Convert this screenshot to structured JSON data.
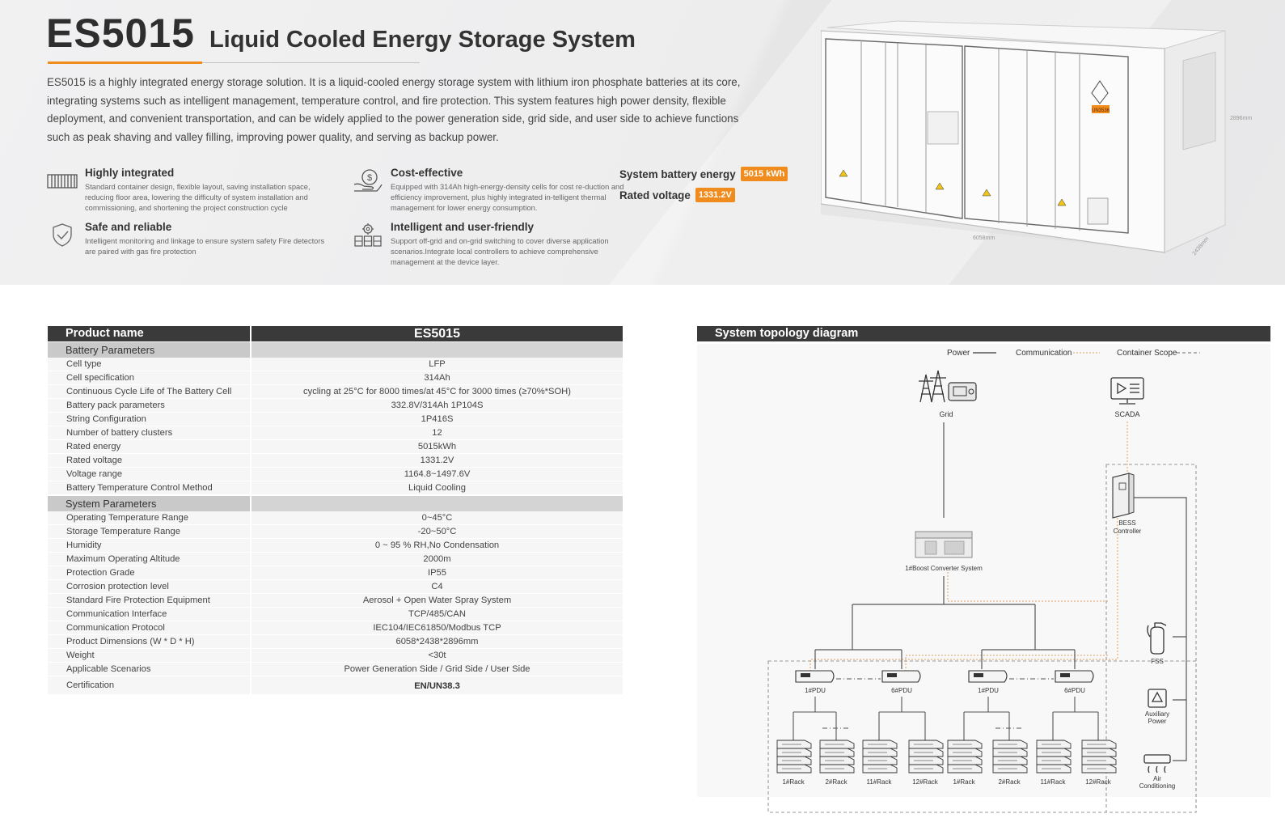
{
  "hero": {
    "model": "ES5015",
    "subtitle": "Liquid Cooled Energy Storage System",
    "intro": "ES5015 is a highly integrated energy storage solution. It is a liquid-cooled energy storage system with lithium iron phosphate batteries at its core, integrating systems such as intelligent management, temperature control, and fire protection. This system features high power density, flexible deployment, and convenient transportation, and can be widely applied to the power generation side, grid side, and user side to achieve functions such as peak shaving and valley filling, improving power quality, and serving as backup power.",
    "features": [
      {
        "name": "Highly integrated",
        "desc": "Standard container design, flexible layout, saving installation space, reducing floor area, lowering the difficulty of system installation and commissioning, and shortening the project construction cycle",
        "icon": "battery-cells-icon"
      },
      {
        "name": "Cost-effective",
        "desc": "Equipped with 314Ah high-energy-density cells for cost re-duction and efficiency improvement, plus highly integrated in-telligent thermal management for lower energy consumption.",
        "icon": "dollar-hand-icon"
      },
      {
        "name": "Safe and reliable",
        "desc": "Intelligent monitoring and linkage to ensure system safety Fire detectors are paired with gas fire protection",
        "icon": "shield-check-icon"
      },
      {
        "name": "Intelligent and user-friendly",
        "desc": "Support off-grid and on-grid switching to cover diverse application scenarios.Integrate local controllers to achieve comprehensive management at the device layer.",
        "icon": "gear-battery-icon"
      }
    ],
    "energy_label": "System battery energy",
    "energy_value": "5015 kWh",
    "voltage_label": "Rated voltage",
    "voltage_value": "1331.2V",
    "container": {
      "height_dim": "2896mm",
      "length_dim": "6058mm",
      "depth_dim": "2438mm",
      "un_label": "UN3536"
    },
    "accent_color": "#f08c1e"
  },
  "table": {
    "head_label": "Product name",
    "head_value": "ES5015",
    "battery_section": "Battery Parameters",
    "battery_rows": [
      {
        "label": "Cell type",
        "value": "LFP"
      },
      {
        "label": "Cell specification",
        "value": "314Ah"
      },
      {
        "label": "Continuous Cycle Life of The Battery Cell",
        "value": "cycling at 25°C for 8000 times/at 45°C for 3000 times (≥70%*SOH)"
      },
      {
        "label": "Battery pack parameters",
        "value": "332.8V/314Ah 1P104S"
      },
      {
        "label": "String Configuration",
        "value": "1P416S"
      },
      {
        "label": "Number of battery clusters",
        "value": "12"
      },
      {
        "label": "Rated energy",
        "value": "5015kWh"
      },
      {
        "label": "Rated voltage",
        "value": "1331.2V"
      },
      {
        "label": "Voltage range",
        "value": "1164.8~1497.6V"
      },
      {
        "label": "Battery Temperature Control Method",
        "value": "Liquid Cooling"
      }
    ],
    "system_section": "System Parameters",
    "system_rows": [
      {
        "label": "Operating Temperature Range",
        "value": "0~45°C"
      },
      {
        "label": "Storage Temperature Range",
        "value": "-20~50°C"
      },
      {
        "label": "Humidity",
        "value": "0 ~ 95 % RH,No Condensation"
      },
      {
        "label": "Maximum Operating Altitude",
        "value": "2000m"
      },
      {
        "label": "Protection Grade",
        "value": "IP55"
      },
      {
        "label": "Corrosion protection level",
        "value": "C4"
      },
      {
        "label": "Standard Fire Protection Equipment",
        "value": "Aerosol + Open Water Spray System"
      },
      {
        "label": "Communication Interface",
        "value": "TCP/485/CAN"
      },
      {
        "label": "Communication Protocol",
        "value": "IEC104/IEC61850/Modbus TCP"
      },
      {
        "label": "Product Dimensions (W * D * H)",
        "value": "6058*2438*2896mm"
      },
      {
        "label": "Weight",
        "value": "<30t"
      },
      {
        "label": "Applicable Scenarios",
        "value": "Power Generation Side / Grid Side / User Side"
      }
    ],
    "cert_label": "Certification",
    "cert_value": "EN/UN38.3"
  },
  "topology": {
    "title": "System topology diagram",
    "legend_power": "Power",
    "legend_comm": "Communication",
    "legend_scope": "Container Scope",
    "grid": "Grid",
    "scada": "SCADA",
    "bess_line1": "BESS",
    "bess_line2": "Controller",
    "boost": "1#Boost Converter System",
    "fss": "FSS",
    "aux_line1": "Auxiliary",
    "aux_line2": "Power",
    "ac_line1": "Air",
    "ac_line2": "Conditioning",
    "pdus": [
      "1#PDU",
      "6#PDU",
      "1#PDU",
      "6#PDU"
    ],
    "racks": [
      "1#Rack",
      "2#Rack",
      "11#Rack",
      "12#Rack",
      "1#Rack",
      "2#Rack",
      "11#Rack",
      "12#Rack"
    ],
    "power_color": "#555555",
    "comm_color": "#e0a060"
  }
}
